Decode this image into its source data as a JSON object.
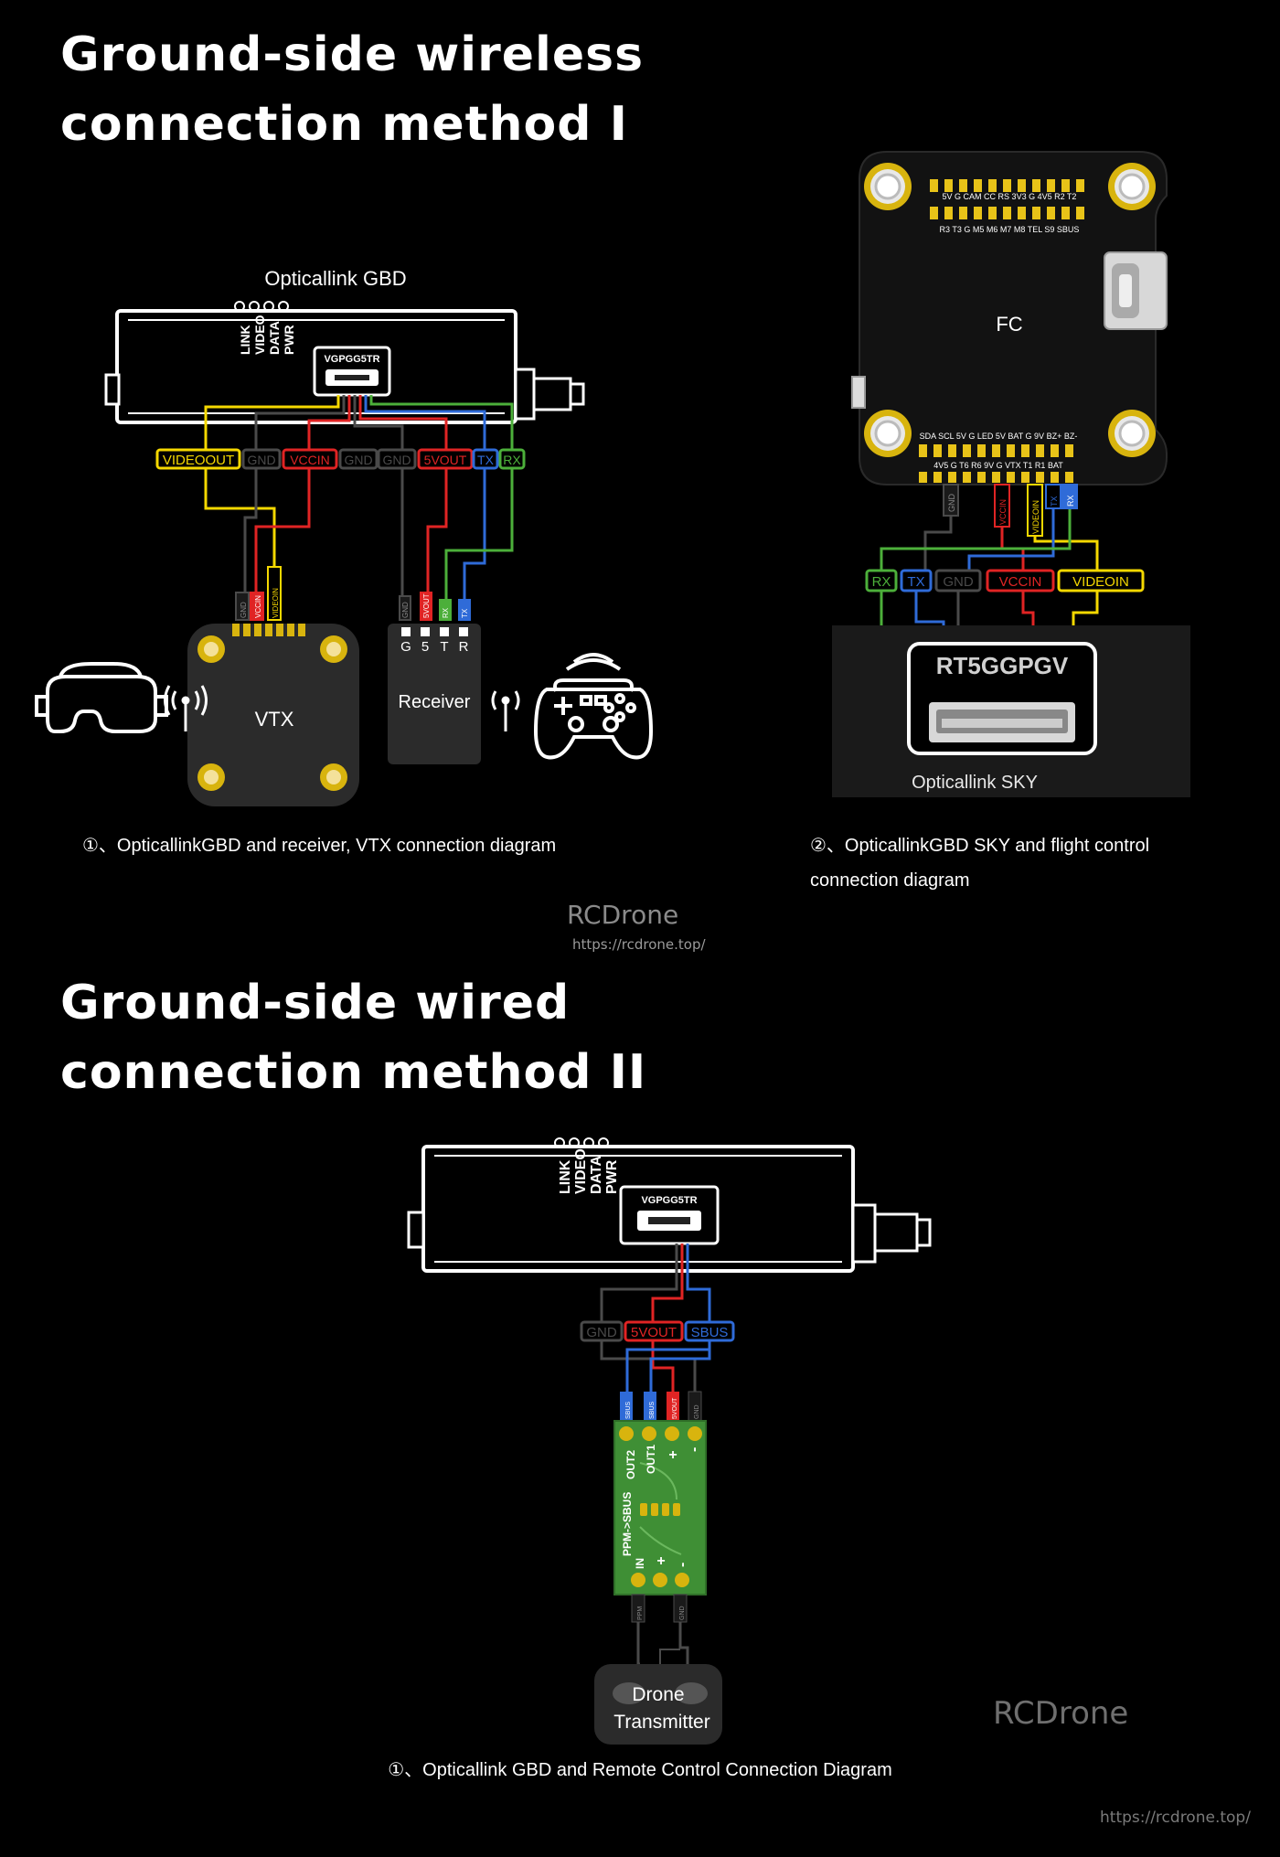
{
  "section1": {
    "title_line1": "Ground-side wireless",
    "title_line2": "connection method I",
    "ground_unit": {
      "label": "Opticallink GBD",
      "leds": [
        "LINK",
        "VIDEO",
        "DATA",
        "PWR"
      ],
      "port_label": "VGPGG5TR"
    },
    "ground_pins": [
      "VIDEOOUT",
      "GND",
      "VCCIN",
      "GND",
      "GND",
      "5VOUT",
      "TX",
      "RX"
    ],
    "vtx": {
      "label": "VTX",
      "pins": [
        "GND",
        "VCCIN",
        "VIDEOIN"
      ]
    },
    "receiver": {
      "label": "Receiver",
      "pads": [
        "G",
        "5",
        "T",
        "R"
      ],
      "wires": [
        "GND",
        "5VOUT",
        "RX",
        "TX"
      ]
    },
    "caption_left": "①、OpticallinkGBD and receiver, VTX connection diagram",
    "fc": {
      "label": "FC",
      "top_pads_upper": "5V G CAM CC RS 3V3 G 4V5 R2 T2",
      "top_pads_lower": "R3 T3 G M5 M6 M7 M8 TEL S9 SBUS",
      "bottom_pads_upper": "SDA SCL 5V G LED 5V BAT G 9V BZ+ BZ-",
      "bottom_pads_lower": "4V5 G T6 R6 9V G VTX T1 R1 BAT",
      "wires": [
        "GND",
        "VCCIN",
        "VIDEOIN",
        "TX",
        "RX"
      ]
    },
    "sky_pins": [
      "RX",
      "TX",
      "GND",
      "VCCIN",
      "VIDEOIN"
    ],
    "sky_unit": {
      "port_label": "RT5GGPGV",
      "label": "Opticallink SKY"
    },
    "caption_right_line1": "②、OpticallinkGBD SKY and flight control",
    "caption_right_line2": "connection diagram"
  },
  "watermark_mid": {
    "brand": "RCDrone",
    "url": "https://rcdrone.top/"
  },
  "section2": {
    "title_line1": "Ground-side wired",
    "title_line2": "connection method II",
    "ground_unit": {
      "leds": [
        "LINK",
        "VIDEO",
        "DATA",
        "PWR"
      ],
      "port_label": "VGPGG5TR"
    },
    "ground_pins": [
      "GND",
      "5VOUT",
      "SBUS"
    ],
    "converter": {
      "label": "PPM->SBUS",
      "top_pads": [
        "OUT2",
        "OUT1",
        "+",
        "-"
      ],
      "bottom_pads": [
        "IN",
        "+",
        "-"
      ],
      "top_wires": [
        "SBUS",
        "SBUS",
        "5VOUT",
        "GND"
      ],
      "bottom_wires": [
        "PPM",
        "GND"
      ]
    },
    "transmitter": {
      "label_line1": "Drone",
      "label_line2": "Transmitter"
    },
    "caption": "①、Opticallink GBD and Remote Control Connection Diagram"
  },
  "watermark_bottom": {
    "brand": "RCDrone",
    "url": "https://rcdrone.top/"
  },
  "colors": {
    "background": "#000000",
    "yellow": "#f5d800",
    "red": "#e02424",
    "blue": "#2f6bd8",
    "green": "#4caf3a",
    "gnd": "#4a4a4a",
    "pcb_green": "#3f8f35",
    "pad_gold": "#d8b40e"
  },
  "icons": [
    "vr-goggles-icon",
    "antenna-icon",
    "gamepad-icon"
  ]
}
